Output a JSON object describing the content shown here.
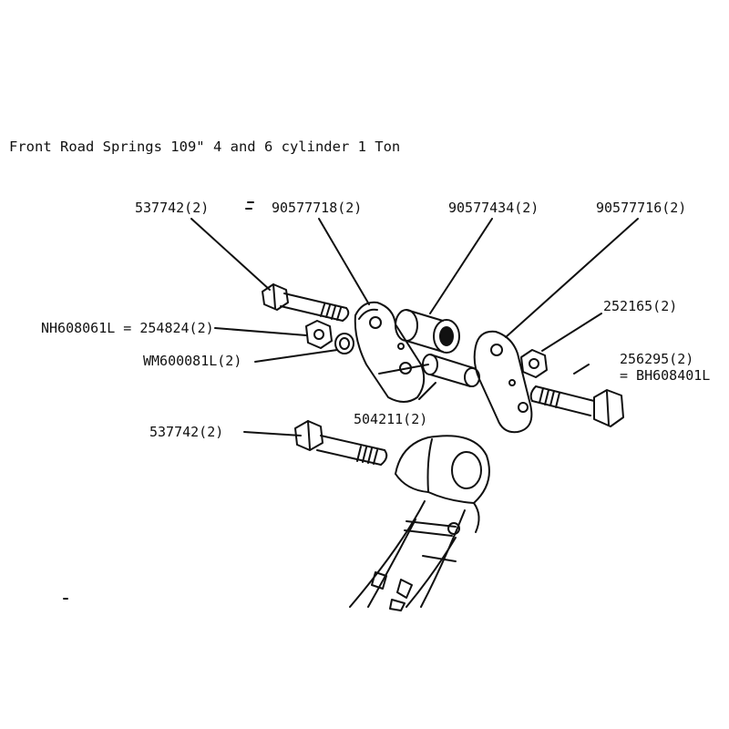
{
  "title": "Front Road Springs 109\" 4 and 6 cylinder 1 Ton",
  "labels": {
    "bolt_top": "537742(2)",
    "shackle_plate_left": "90577718(2)",
    "bush": "90577434(2)",
    "shackle_plate_right": "90577716(2)",
    "nut_right": "252165(2)",
    "nut_left": "NH608061L = 254824(2)",
    "washer_left": "WM600081L(2)",
    "bolt_right": "256295(2)",
    "bolt_right_alt": "= BH608401L",
    "pin": "504211(2)",
    "bolt_bottom": "537742(2)"
  },
  "colors": {
    "ink": "#111111",
    "paper": "#ffffff"
  }
}
